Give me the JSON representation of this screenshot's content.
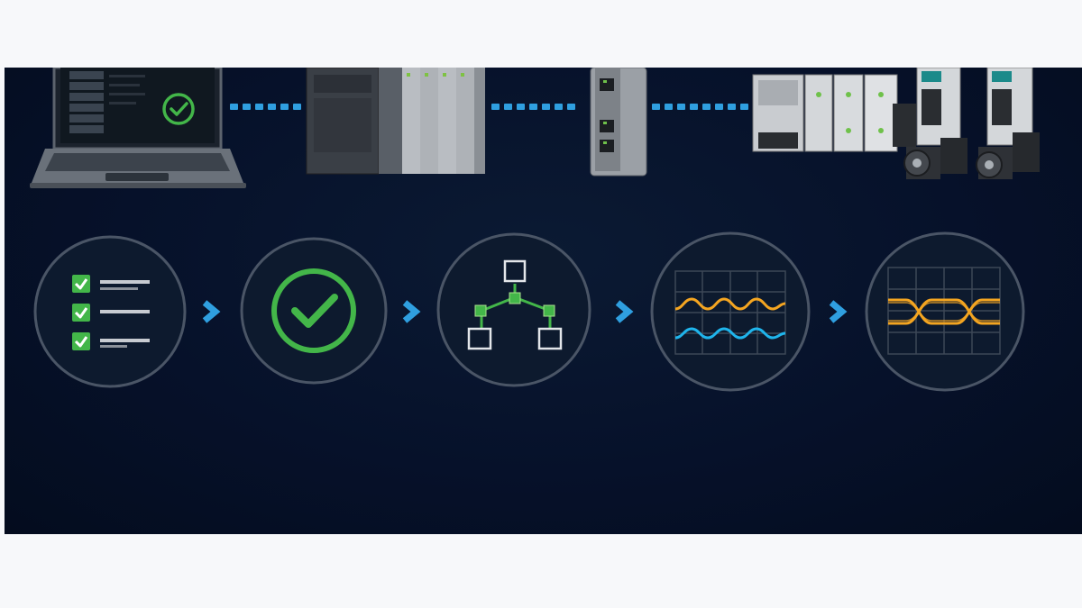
{
  "colors": {
    "background": "#06112a",
    "page": "#f7f8fa",
    "ring": "#4a5566",
    "circle_fill": "#0d1a2e",
    "check_green": "#43b649",
    "link_blue": "#2f9fe0",
    "arrow_blue": "#2f9fe0",
    "wave_orange": "#f4a521",
    "wave_cyan": "#1fb5ec",
    "device_gray": "#6e747c"
  },
  "hardware": {
    "items": [
      {
        "name": "laptop",
        "icon": "laptop-with-checkmark-icon"
      },
      {
        "name": "plc-rack",
        "icon": "plc-controller-icon"
      },
      {
        "name": "network-coupler",
        "icon": "ethernet-coupler-icon"
      },
      {
        "name": "io-modules-and-servo-drives",
        "icon": "servo-drive-icon"
      }
    ],
    "connections": [
      {
        "from": "laptop",
        "to": "plc-rack",
        "style": "dotted"
      },
      {
        "from": "plc-rack",
        "to": "network-coupler",
        "style": "dotted"
      },
      {
        "from": "network-coupler",
        "to": "io-modules-and-servo-drives",
        "style": "dotted"
      }
    ]
  },
  "steps": [
    {
      "name": "checklist",
      "icon": "checklist-icon"
    },
    {
      "name": "validation",
      "icon": "checkmark-circle-icon"
    },
    {
      "name": "topology",
      "icon": "network-topology-icon"
    },
    {
      "name": "signal-capture",
      "icon": "waveform-icon"
    },
    {
      "name": "eye-diagram",
      "icon": "eye-diagram-icon"
    }
  ],
  "step_arrows": 4
}
